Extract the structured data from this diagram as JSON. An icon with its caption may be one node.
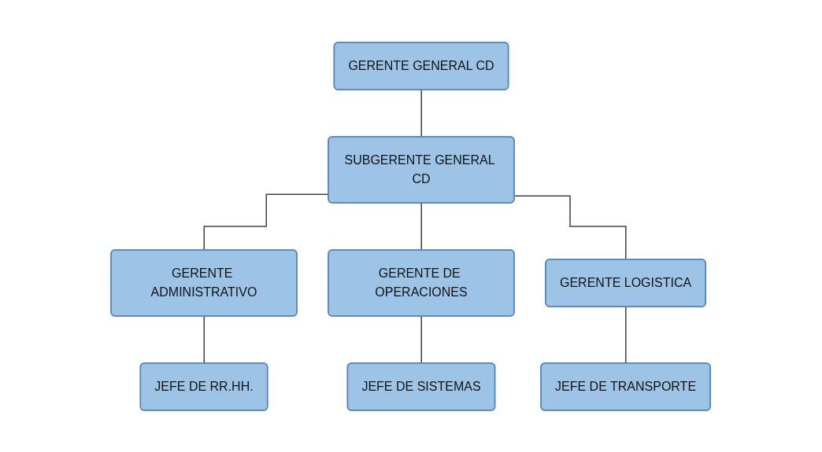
{
  "diagram": {
    "nodes": [
      {
        "text": [
          "GERENTE GENERAL CD"
        ]
      },
      {
        "text": [
          "SUBGERENTE GENERAL CD"
        ]
      },
      {
        "text": [
          "GERENTE ADMINISTRATIVO"
        ]
      },
      {
        "text": [
          "GERENTE DE OPERACIONES"
        ]
      },
      {
        "text": [
          "GERENTE LOGISTICA"
        ]
      },
      {
        "text": [
          "JEFE DE RR.HH."
        ]
      },
      {
        "text": [
          "JEFE DE SISTEMAS"
        ]
      },
      {
        "text": [
          "JEFE DE TRANSPORTE"
        ]
      }
    ],
    "edges": [
      {
        "from": 0,
        "to": 1,
        "arrow": "none"
      },
      {
        "from": 1,
        "to": 2,
        "arrow": "none"
      },
      {
        "from": 1,
        "to": 3,
        "arrow": "none"
      },
      {
        "from": 1,
        "to": 4,
        "arrow": "none"
      },
      {
        "from": 2,
        "to": 5,
        "arrow": "none"
      },
      {
        "from": 3,
        "to": 6,
        "arrow": "none"
      },
      {
        "from": 4,
        "to": 7,
        "arrow": "none"
      }
    ]
  }
}
